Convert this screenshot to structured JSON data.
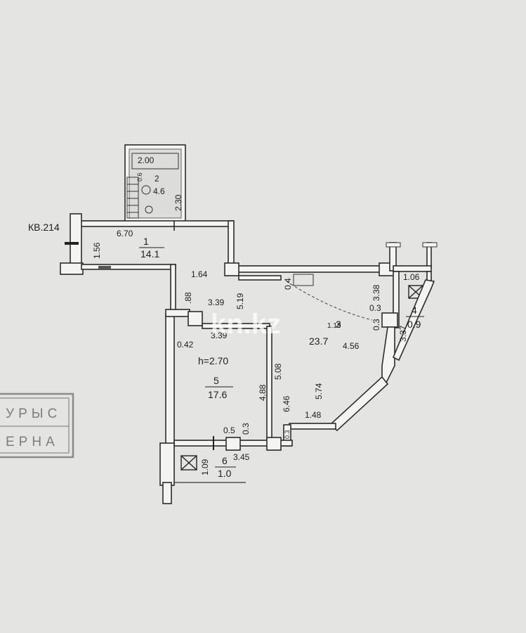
{
  "apartment": {
    "label": "КВ.214"
  },
  "ceiling_height": "h=2.70",
  "rooms": [
    {
      "number": "1",
      "area": "14.1"
    },
    {
      "number": "2",
      "area": "4.6"
    },
    {
      "number": "3",
      "area": "23.7"
    },
    {
      "number": "4",
      "area": "0.9"
    },
    {
      "number": "5",
      "area": "17.6"
    },
    {
      "number": "6",
      "area": "1.0"
    }
  ],
  "dimensions": {
    "bath_width": "2.00",
    "bath_depth": "2.30",
    "bath_small": "0.6",
    "hall_length": "6.70",
    "hall_width": "1.56",
    "hall_corridor": "1.64",
    "corr_a": ".88",
    "kitchen_top": "3.39",
    "kitchen_side": "5.19",
    "room5_top": "3.39",
    "room5_left": "0.42",
    "room5_height": "4.88",
    "living_left": "5.08",
    "living_mid": "6.46",
    "living_right": "5.74",
    "living_width": "4.56",
    "living_bottom": "1.48",
    "living_top_small": "0.4",
    "living_note": "1.18",
    "col_a": "3.38",
    "col_b": "0.3",
    "col_c": "0.3",
    "col_d": "3.37",
    "shaft4_width": "1.06",
    "wall_a": "0.5",
    "wall_b": "0.3",
    "wall_c": "0.3",
    "room6_height": "1.09",
    "room6_width": "3.45"
  },
  "stamp": {
    "line1": "УРЫС",
    "line2": "ЕРНА"
  },
  "watermark": "kn.kz"
}
